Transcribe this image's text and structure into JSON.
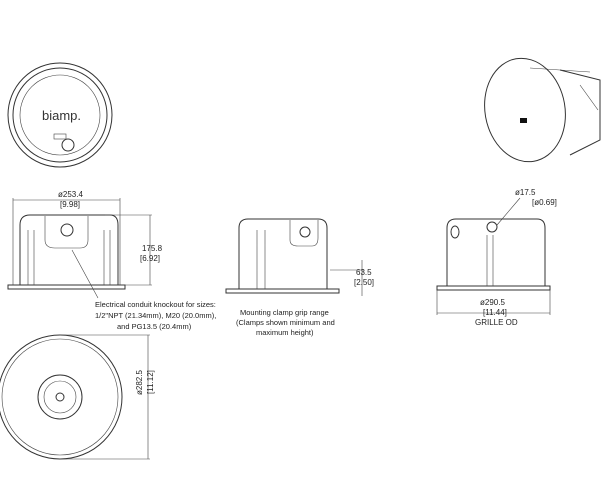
{
  "brand": "biamp.",
  "dimensions": {
    "width_mm": "ø253.4",
    "width_in": "[9.98]",
    "height_mm": "175.8",
    "height_in": "[6.92]",
    "grip_mm": "63.5",
    "grip_in": "[2.50]",
    "hole_mm": "ø17.5",
    "hole_in": "[ø0.69]",
    "grille_mm": "ø290.5",
    "grille_in": "[11.44]",
    "grille_label": "GRILLE OD",
    "cutout_mm": "ø282.5",
    "cutout_in": "[11.12]"
  },
  "notes": {
    "conduit": [
      "Electrical conduit knockout for sizes:",
      "1/2\"NPT (21.34mm), M20 (20.0mm),",
      "and PG13.5 (20.4mm)"
    ],
    "clamp": [
      "Mounting clamp grip range",
      "(Clamps shown minimum and",
      "maximum height)"
    ]
  }
}
